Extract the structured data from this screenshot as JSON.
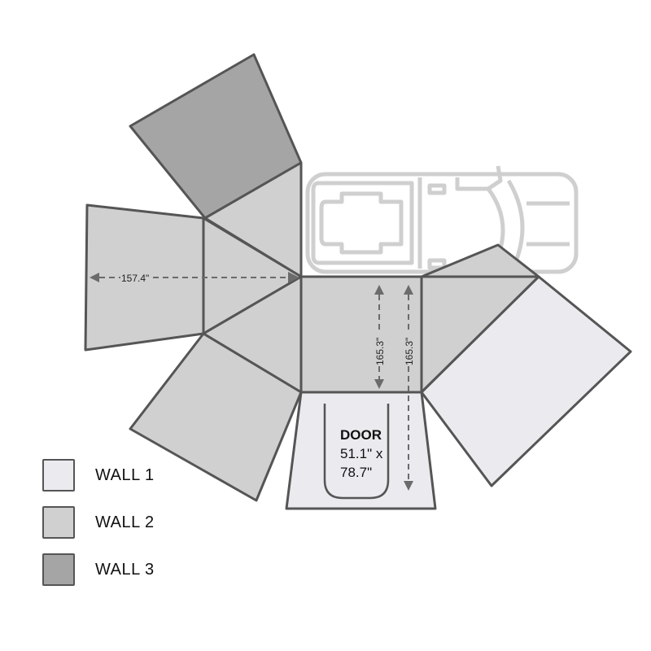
{
  "colors": {
    "wall1": "#ebebef",
    "wall2": "#d0d0d0",
    "wall3": "#a5a5a5",
    "outline": "#555555",
    "vehicle": "#cfcfcf"
  },
  "dimensions": {
    "width_label": "157.4\"",
    "depth_label_1": "165.3\"",
    "depth_label_2": "165.3\""
  },
  "door": {
    "title": "DOOR",
    "size_line1": "51.1\" x",
    "size_line2": "78.7\""
  },
  "legend": {
    "items": [
      {
        "label": "WALL 1",
        "color": "#ebebef"
      },
      {
        "label": "WALL 2",
        "color": "#d0d0d0"
      },
      {
        "label": "WALL 3",
        "color": "#a5a5a5"
      }
    ]
  }
}
